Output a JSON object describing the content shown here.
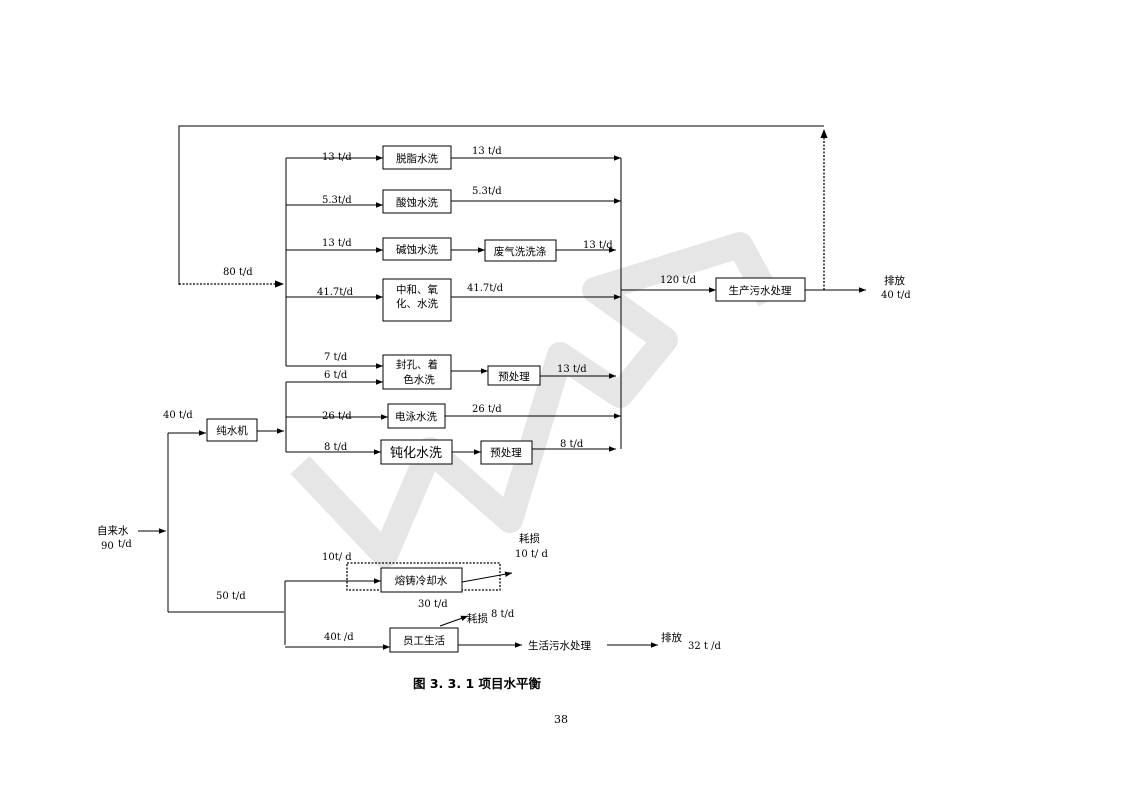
{
  "nodes": {
    "degrease": "脱脂水洗",
    "pickle": "酸蚀水洗",
    "alkali": "碱蚀水洗",
    "exhaust": "废气洗洗涤",
    "neutral_1": "中和、氧",
    "neutral_2": "化、水洗",
    "seal_1": "封孔、着",
    "seal_2": "色水洗",
    "pre1": "预处理",
    "electro": "电泳水洗",
    "passiv": "钝化水洗",
    "pre2": "预处理",
    "purifier": "纯水机",
    "prodww": "生产污水处理",
    "casting": "熔铸冷却水",
    "staff": "员工生活",
    "domww": "生活污水处理",
    "tap": "自来水"
  },
  "flows": {
    "f_degrease_in": "13 t/d",
    "f_degrease_out": "13 t/d",
    "f_pickle_in": "5.3t/d",
    "f_pickle_out": "5.3t/d",
    "f_alkali_in": "13 t/d",
    "f_exhaust_out": "13 t/d",
    "f_recycle": "80 t/d",
    "f_neutral_in": "41.7t/d",
    "f_neutral_out": "41.7t/d",
    "f_prodww_in": "120 t/d",
    "f_seal_in_a": "7 t/d",
    "f_seal_in_b": "6 t/d",
    "f_pre1_out": "13 t/d",
    "f_purifier_in": "40 t/d",
    "f_electro_in": "26 t/d",
    "f_electro_out": "26 t/d",
    "f_passiv_in": "8 t/d",
    "f_pre2_out": "8 t/d",
    "f_tap": "90",
    "f_tap_unit": "t/d",
    "f_casting_in": "10t/ d",
    "f_casting_loss_label": "耗损",
    "f_casting_loss": "10 t/ d",
    "f_casting_recycle": "30 t/d",
    "f_domestic": "50   t/d",
    "f_staff_in": "40t  /d",
    "f_staff_loss_label": "耗损",
    "f_staff_loss": "8   t/d",
    "discharge_prod_label": "排放",
    "discharge_prod": "40 t/d",
    "discharge_dom_label": "排放",
    "discharge_dom": "32   t /d"
  },
  "caption": "图 3. 3. 1  项目水平衡",
  "page_number": "38"
}
